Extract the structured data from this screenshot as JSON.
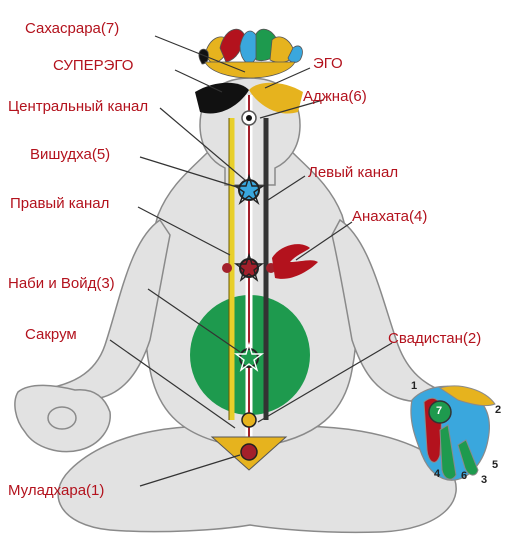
{
  "labels": {
    "sahasrara": "Сахасрара(7)",
    "ego": "ЭГО",
    "superego": "СУПЕРЭГО",
    "agnya": "Аджна(6)",
    "central_channel": "Центральный канал",
    "vishuddha": "Вишудха(5)",
    "left_channel": "Левый канал",
    "right_channel": "Правый канал",
    "anahata": "Анахата(4)",
    "nabhi_void": "Наби и Войд(3)",
    "sacrum": "Сакрум",
    "swadisthan": "Свадистан(2)",
    "mooladhara": "Муладхара(1)"
  },
  "hand_numbers": {
    "n1": "1",
    "n2": "2",
    "n3": "3",
    "n4": "4",
    "n5": "5",
    "n6": "6",
    "n7": "7"
  },
  "colors": {
    "label": "#b3121d",
    "body_fill": "#e2e2e2",
    "body_outline": "#8a8a8a",
    "void_green": "#1e9a4e",
    "left_channel": "#333333",
    "right_channel": "#e8cf2a",
    "center_red": "#a3202b",
    "throat_blue": "#3aa7dd",
    "crown_gold": "#e6b31e"
  }
}
